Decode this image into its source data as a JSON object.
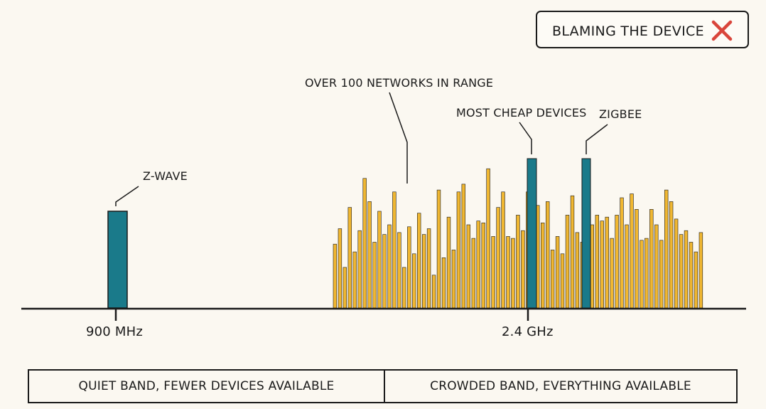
{
  "verdict": {
    "label": "BLAMING THE DEVICE",
    "icon": "cross-icon",
    "icon_color": "#d9453b"
  },
  "annotations": {
    "zwave": "Z-WAVE",
    "networks": "OVER 100 NETWORKS IN RANGE",
    "cheap_devices": "MOST CHEAP DEVICES",
    "zigbee": "ZIGBEE"
  },
  "frequencies": {
    "low": "900 MHz",
    "high": "2.4 GHz"
  },
  "bands": {
    "quiet": "QUIET BAND, FEWER DEVICES AVAILABLE",
    "crowded": "CROWDED BAND, EVERYTHING AVAILABLE"
  },
  "colors": {
    "highlight": "#1a7a8a",
    "crowd": "#f0b731",
    "ink": "#1a1a1a",
    "background": "#fbf8f1"
  },
  "diagram_data": {
    "highlighted_signals": [
      {
        "name": "Z-WAVE",
        "band": "900 MHz",
        "level": 0.5
      },
      {
        "name": "MOST CHEAP DEVICES",
        "band": "2.4 GHz",
        "level": 0.77
      },
      {
        "name": "ZIGBEE",
        "band": "2.4 GHz",
        "level": 0.77
      }
    ],
    "crowd_levels": [
      0.33,
      0.41,
      0.21,
      0.52,
      0.29,
      0.4,
      0.67,
      0.55,
      0.34,
      0.5,
      0.38,
      0.43,
      0.6,
      0.39,
      0.21,
      0.42,
      0.28,
      0.49,
      0.38,
      0.41,
      0.17,
      0.61,
      0.26,
      0.47,
      0.3,
      0.6,
      0.64,
      0.43,
      0.36,
      0.45,
      0.44,
      0.72,
      0.37,
      0.52,
      0.6,
      0.37,
      0.36,
      0.48,
      0.4,
      0.6,
      0.42,
      0.53,
      0.44,
      0.55,
      0.3,
      0.37,
      0.28,
      0.48,
      0.58,
      0.39,
      0.34,
      0.32,
      0.43,
      0.48,
      0.45,
      0.47,
      0.36,
      0.48,
      0.57,
      0.43,
      0.59,
      0.51,
      0.35,
      0.36,
      0.51,
      0.43,
      0.35,
      0.61,
      0.55,
      0.46,
      0.38,
      0.4,
      0.34,
      0.29,
      0.39
    ]
  }
}
